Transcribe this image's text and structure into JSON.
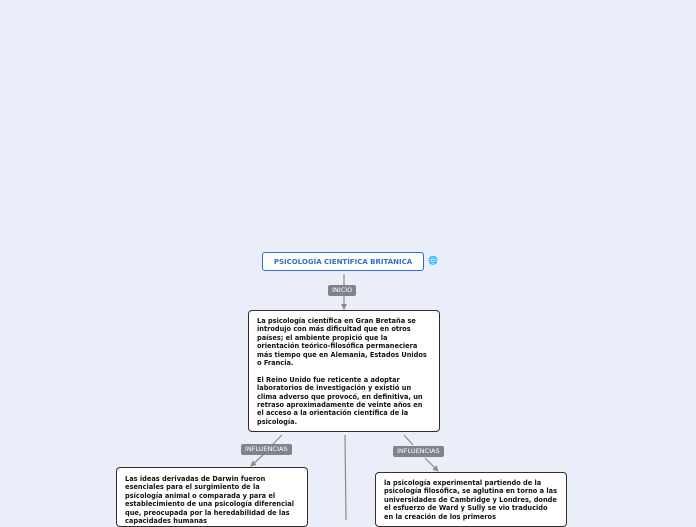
{
  "root": {
    "title": "PSICOLOGÍA CIENTÍFICA BRITÁNICA",
    "link_icon": "globe-icon"
  },
  "labels": {
    "inicio": "INICIO",
    "influencias_left": "INFLUENCIAS",
    "influencias_right": "INFLUENCIAS"
  },
  "nodes": {
    "main": {
      "p1": "La psicología científica en Gran Bretaña se introdujo con más dificultad que en otros países; el ambiente propició que la orientación teórico-filosófica permaneciera más tiempo que en Alemania, Estados Unidos o Francia.",
      "p2": " El Reino Unido fue reticente a adoptar laboratorios de investigación y existió un clima adverso que provocó, en definitiva, un retraso aproximadamente de veinte años en el acceso a la orientación científica de la psicología."
    },
    "left": {
      "p1": "Las ideas derivadas de Darwin fueron esenciales para el surgimiento de la psicología animal o comparada y para el establecimiento de una psicología diferencial que, preocupada por la heredabilidad de las capacidades humanas"
    },
    "right": {
      "p1": "la psicología experimental partiendo de la psicología filosófica, se aglutina en torno a las universidades de Cambridge y Londres, donde el esfuerzo de Ward y Sully se vio traducido en la creación de los primeros"
    }
  },
  "colors": {
    "background": "#e9eef8",
    "root_accent": "#2f6fd1",
    "label_bg": "#7f848c",
    "connector": "#8c8c8c",
    "node_border": "#3a2b2b"
  }
}
